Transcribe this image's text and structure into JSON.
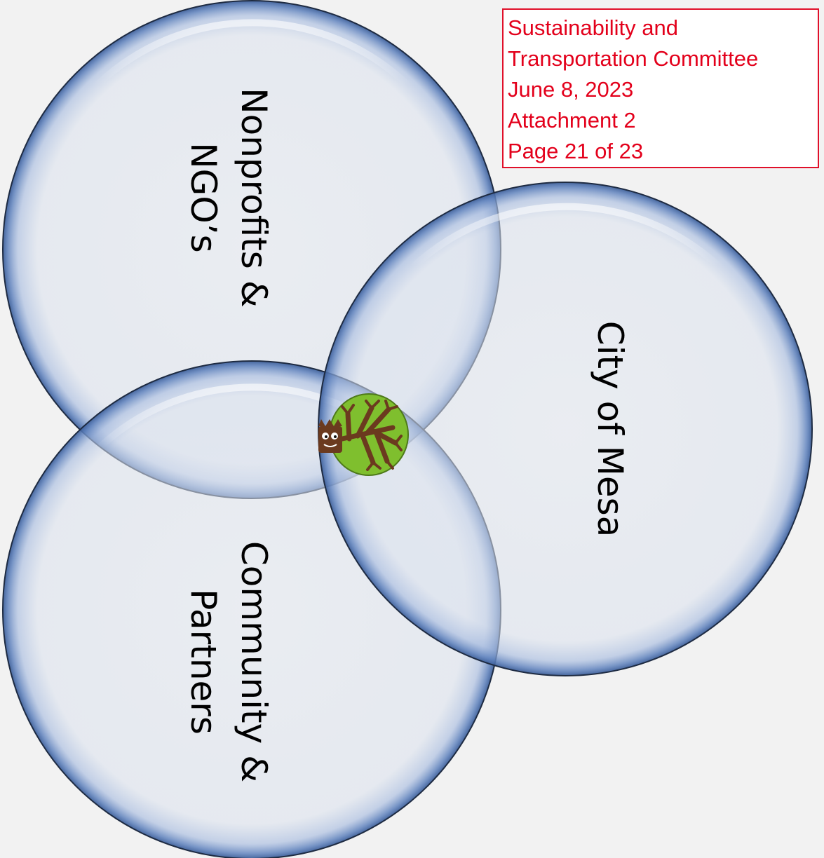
{
  "diagram": {
    "circles": [
      {
        "id": "nonprofits",
        "lines": [
          "Nonprofits &",
          "NGO’s"
        ]
      },
      {
        "id": "community",
        "lines": [
          "Community &",
          "Partners"
        ]
      },
      {
        "id": "city",
        "lines": [
          "City of Mesa"
        ]
      }
    ],
    "center_icon": "tree-mascot-icon",
    "colors": {
      "circle_fill": "#dfe6f0",
      "circle_outline": "#1e2b42",
      "circle_rim": "#6f8fc4",
      "tree_canopy": "#7fbf2e",
      "tree_trunk": "#6b3a1f",
      "stamp_red": "#e3001b"
    }
  },
  "stamp": {
    "lines": [
      "Sustainability and",
      "Transportation Committee",
      "June 8, 2023",
      "Attachment 2",
      "Page 21 of 23"
    ]
  }
}
